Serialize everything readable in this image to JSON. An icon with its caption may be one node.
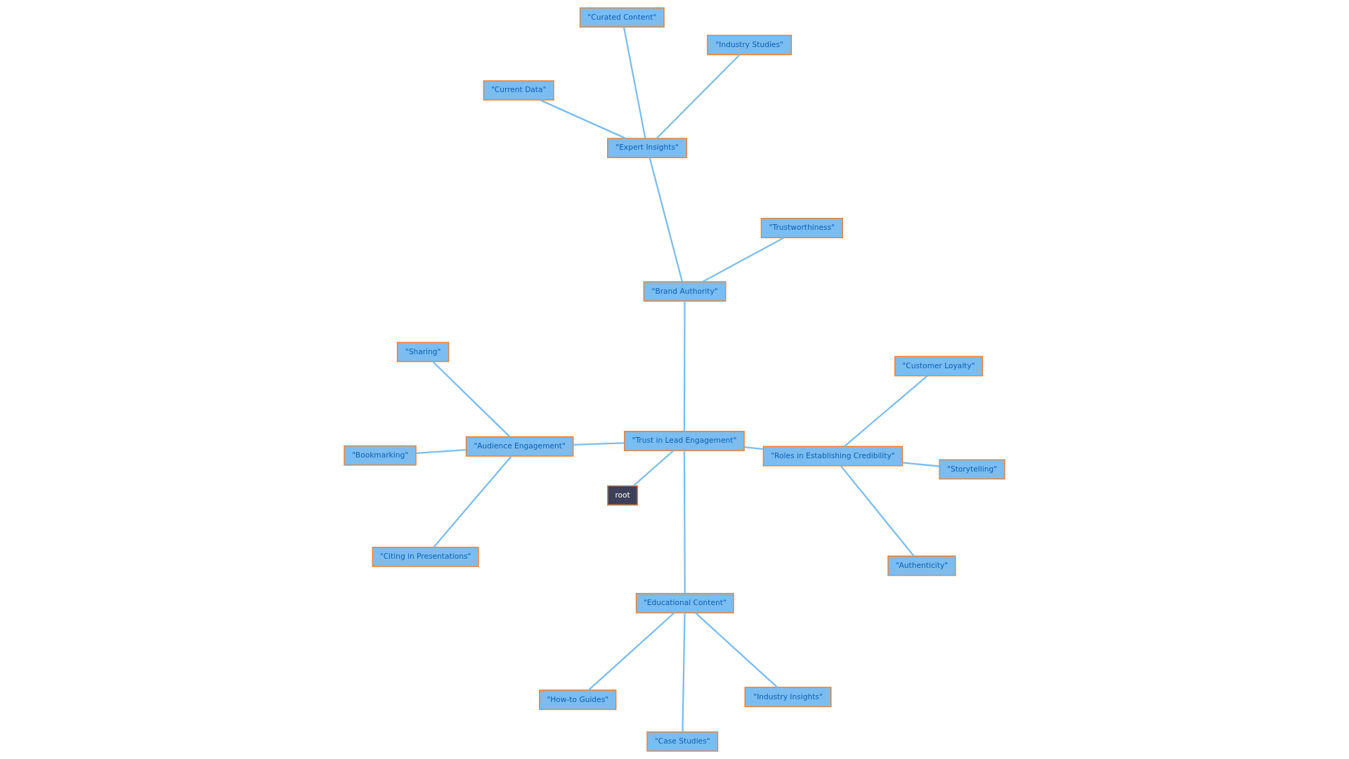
{
  "diagram": {
    "nodes": [
      {
        "text": [
          "root"
        ]
      },
      {
        "text": [
          "\"Trust in Lead Engagement\""
        ]
      },
      {
        "text": [
          "\"Audience Engagement\""
        ]
      },
      {
        "text": [
          "\"Bookmarking\""
        ]
      },
      {
        "text": [
          "\"Sharing\""
        ]
      },
      {
        "text": [
          "\"Citing in Presentations\""
        ]
      },
      {
        "text": [
          "\"Educational Content\""
        ]
      },
      {
        "text": [
          "\"Industry Insights\""
        ]
      },
      {
        "text": [
          "\"How-to Guides\""
        ]
      },
      {
        "text": [
          "\"Case Studies\""
        ]
      },
      {
        "text": [
          "\"Roles in Establishing Credibility\""
        ]
      },
      {
        "text": [
          "\"Authenticity\""
        ]
      },
      {
        "text": [
          "\"Storytelling\""
        ]
      },
      {
        "text": [
          "\"Customer Loyalty\""
        ]
      },
      {
        "text": [
          "\"Brand Authority\""
        ]
      },
      {
        "text": [
          "\"Expert Insights\""
        ]
      },
      {
        "text": [
          "\"Industry Studies\""
        ]
      },
      {
        "text": [
          "\"Curated Content\""
        ]
      },
      {
        "text": [
          "\"Current Data\""
        ]
      },
      {
        "text": [
          "\"Trustworthiness\""
        ]
      }
    ],
    "edges": [
      {
        "from": 0,
        "to": 1,
        "arrow": "none"
      },
      {
        "from": 1,
        "to": 2,
        "arrow": "none"
      },
      {
        "from": 2,
        "to": 3,
        "arrow": "none"
      },
      {
        "from": 2,
        "to": 4,
        "arrow": "none"
      },
      {
        "from": 2,
        "to": 5,
        "arrow": "none"
      },
      {
        "from": 1,
        "to": 6,
        "arrow": "none"
      },
      {
        "from": 6,
        "to": 7,
        "arrow": "none"
      },
      {
        "from": 6,
        "to": 8,
        "arrow": "none"
      },
      {
        "from": 6,
        "to": 9,
        "arrow": "none"
      },
      {
        "from": 1,
        "to": 10,
        "arrow": "none"
      },
      {
        "from": 10,
        "to": 11,
        "arrow": "none"
      },
      {
        "from": 10,
        "to": 12,
        "arrow": "none"
      },
      {
        "from": 10,
        "to": 13,
        "arrow": "none"
      },
      {
        "from": 1,
        "to": 14,
        "arrow": "none"
      },
      {
        "from": 14,
        "to": 15,
        "arrow": "none"
      },
      {
        "from": 15,
        "to": 16,
        "arrow": "none"
      },
      {
        "from": 15,
        "to": 17,
        "arrow": "none"
      },
      {
        "from": 15,
        "to": 18,
        "arrow": "none"
      },
      {
        "from": 14,
        "to": 19,
        "arrow": "none"
      }
    ]
  }
}
